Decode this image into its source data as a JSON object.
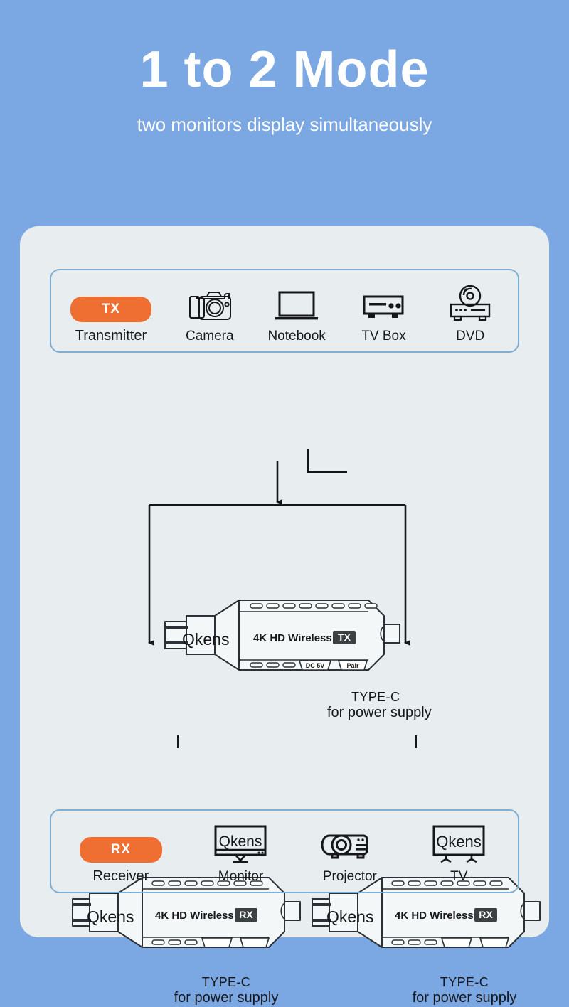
{
  "header": {
    "title": "1 to 2 Mode",
    "subtitle": "two monitors display simultaneously"
  },
  "sources": {
    "pill_label": "TX",
    "pill_caption": "Transmitter",
    "items": [
      {
        "icon": "camera-icon",
        "label": "Camera"
      },
      {
        "icon": "notebook-icon",
        "label": "Notebook"
      },
      {
        "icon": "tv-box-icon",
        "label": "TV Box"
      },
      {
        "icon": "dvd-player-icon",
        "label": "DVD"
      }
    ]
  },
  "outputs": {
    "pill_label": "RX",
    "pill_caption": "Receiver",
    "items": [
      {
        "icon": "monitor-icon",
        "label": "Monitor",
        "screen_text": "Qkens"
      },
      {
        "icon": "projector-icon",
        "label": "Projector",
        "screen_text": ""
      },
      {
        "icon": "tv-icon",
        "label": "TV",
        "screen_text": "Qkens"
      }
    ]
  },
  "devices": {
    "transmitter": {
      "brand": "Qkens",
      "body_text": "4K HD Wireless",
      "badge": "TX",
      "port_labels": [
        "DC 5V",
        "Pair"
      ],
      "callout_line1": "TYPE-C",
      "callout_line2": "for power supply"
    },
    "receiver_left": {
      "brand": "Qkens",
      "body_text": "4K HD Wireless",
      "badge": "RX",
      "callout_line1": "TYPE-C",
      "callout_line2": "for power supply"
    },
    "receiver_right": {
      "brand": "Qkens",
      "body_text": "4K HD Wireless",
      "badge": "RX",
      "callout_line1": "TYPE-C",
      "callout_line2": "for power supply"
    }
  },
  "colors": {
    "page_background": "#7ba7e3",
    "panel_background": "#e8eef0",
    "accent_orange": "#ef6f33",
    "strip_border": "#7fafd4",
    "badge_dark": "#3c4043",
    "line_dark": "#15171a"
  }
}
